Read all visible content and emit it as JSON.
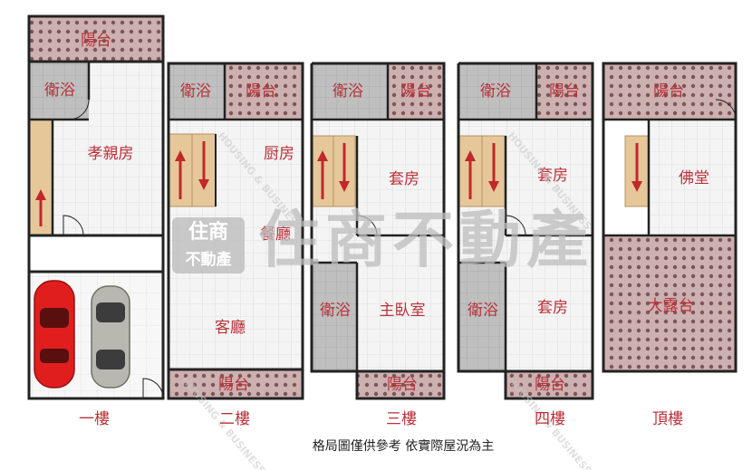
{
  "floors": [
    {
      "label": "一樓",
      "rooms": [
        "陽台",
        "衛浴",
        "孝親房"
      ]
    },
    {
      "label": "二樓",
      "rooms": [
        "衛浴",
        "陽台",
        "厨房",
        "餐廳",
        "客廳",
        "陽台"
      ]
    },
    {
      "label": "三樓",
      "rooms": [
        "衛浴",
        "陽台",
        "套房",
        "衛浴",
        "主臥室",
        "陽台"
      ]
    },
    {
      "label": "四樓",
      "rooms": [
        "衛浴",
        "陽台",
        "套房",
        "衛浴",
        "套房",
        "陽台"
      ]
    },
    {
      "label": "頂樓",
      "rooms": [
        "陽台",
        "佛堂",
        "大露台"
      ]
    }
  ],
  "caption": "格局圖僅供參考 依實際屋況為主",
  "watermark": {
    "logo_top": "住商",
    "logo_bottom": "不動產",
    "big": "住商不動產",
    "small": "HOUSING & BUSINESS"
  },
  "colors": {
    "wall": "#222222",
    "room_label": "#b8323a",
    "balcony": "#c9a8a8",
    "bath": "#bcbcbc",
    "stair": "#e6c79a",
    "arrow": "#c0282a",
    "car_red": "#e01e1e",
    "car_silver": "#b8b8b0"
  }
}
